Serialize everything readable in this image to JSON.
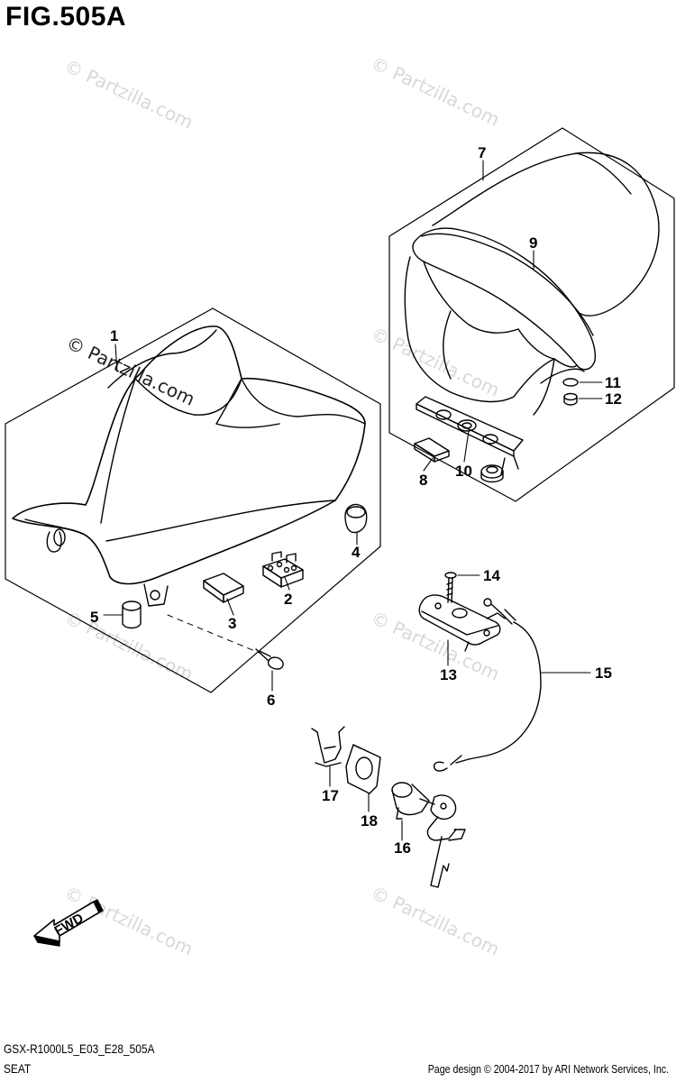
{
  "figure_title": "FIG.505A",
  "watermark": "© Partzilla.com",
  "callouts": [
    "1",
    "2",
    "3",
    "4",
    "5",
    "6",
    "7",
    "8",
    "9",
    "10",
    "11",
    "12",
    "13",
    "14",
    "15",
    "16",
    "17",
    "18"
  ],
  "fwd_label": "FWD",
  "footer": {
    "model_code": "GSX-R1000L5_E03_E28_505A",
    "section_name": "SEAT",
    "copyright": "Page design © 2004-2017 by ARI Network Services, Inc."
  }
}
